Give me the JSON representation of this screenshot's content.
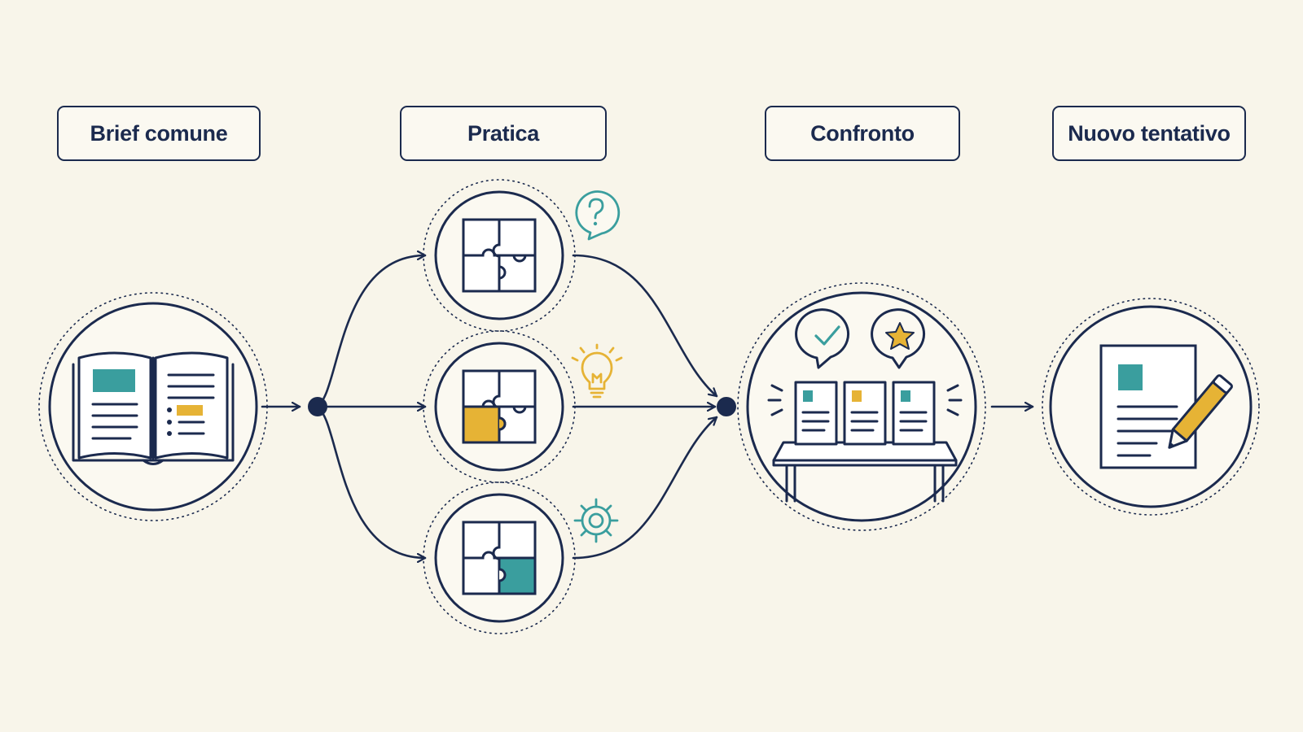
{
  "stages": [
    {
      "id": "brief",
      "label": "Brief comune"
    },
    {
      "id": "practice",
      "label": "Pratica"
    },
    {
      "id": "compare",
      "label": "Confronto"
    },
    {
      "id": "retry",
      "label": "Nuovo tentativo"
    }
  ],
  "colors": {
    "ink": "#1b2a4e",
    "teal": "#3a9e9e",
    "gold": "#e6b335",
    "background": "#f8f5ea"
  },
  "icons": {
    "brief": "open-book-icon",
    "practice_1": "puzzle-icon",
    "practice_2": "puzzle-icon",
    "practice_3": "puzzle-icon",
    "question": "question-bubble-icon",
    "idea": "lightbulb-icon",
    "settings": "gear-icon",
    "compare": "documents-on-table-icon",
    "approve": "checkmark-bubble-icon",
    "favorite": "star-bubble-icon",
    "retry": "document-pencil-icon"
  }
}
